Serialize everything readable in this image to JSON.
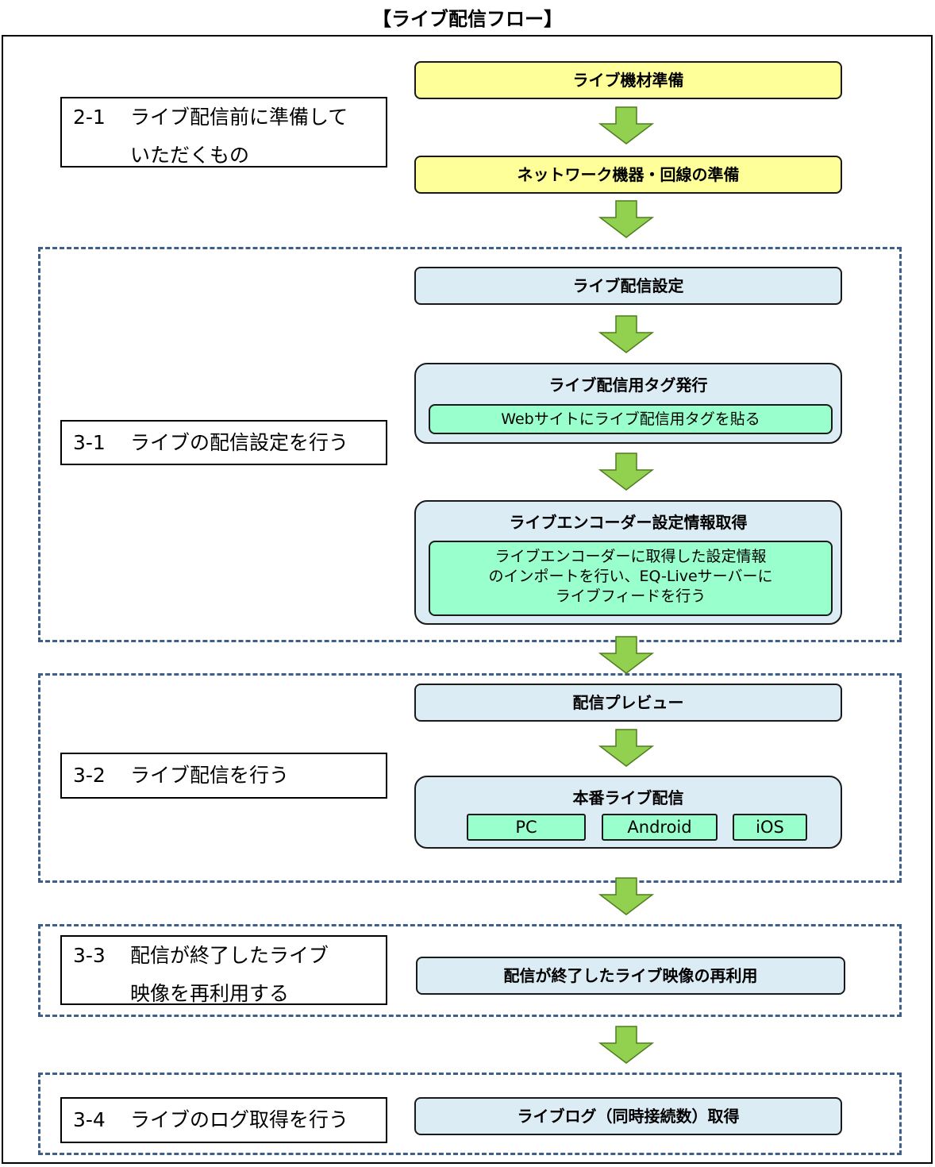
{
  "title": "【ライブ配信フロー】",
  "sections": [
    {
      "num": "2-1",
      "line1": "ライブ配信前に準備して",
      "line2": "いただくもの"
    },
    {
      "num": "3-1",
      "line1": "ライブの配信設定を行う"
    },
    {
      "num": "3-2",
      "line1": "ライブ配信を行う"
    },
    {
      "num": "3-3",
      "line1": "配信が終了したライブ",
      "line2": "映像を再利用する"
    },
    {
      "num": "3-4",
      "line1": "ライブのログ取得を行う"
    }
  ],
  "steps": {
    "equipment": "ライブ機材準備",
    "network": "ネットワーク機器・回線の準備",
    "settings": "ライブ配信設定",
    "tag_issue": "ライブ配信用タグ発行",
    "tag_paste": "Webサイトにライブ配信用タグを貼る",
    "encoder": "ライブエンコーダー設定情報取得",
    "encoder_detail": [
      "ライブエンコーダーに取得した設定情報",
      "のインポートを行い、EQ-Liveサーバーに",
      "ライブフィードを行う"
    ],
    "preview": "配信プレビュー",
    "live": "本番ライブ配信",
    "platforms": [
      "PC",
      "Android",
      "iOS"
    ],
    "reuse": "配信が終了したライブ映像の再利用",
    "log": "ライブログ（同時接続数）取得"
  },
  "colors": {
    "yellow_box": "#ffff9a",
    "blue_box": "#dcecf5",
    "green_inner": "#99ffcc",
    "arrow_green": "#92d050",
    "dash_border": "#3e5f8a"
  },
  "icons": {
    "arrow": "down-arrow-icon"
  }
}
